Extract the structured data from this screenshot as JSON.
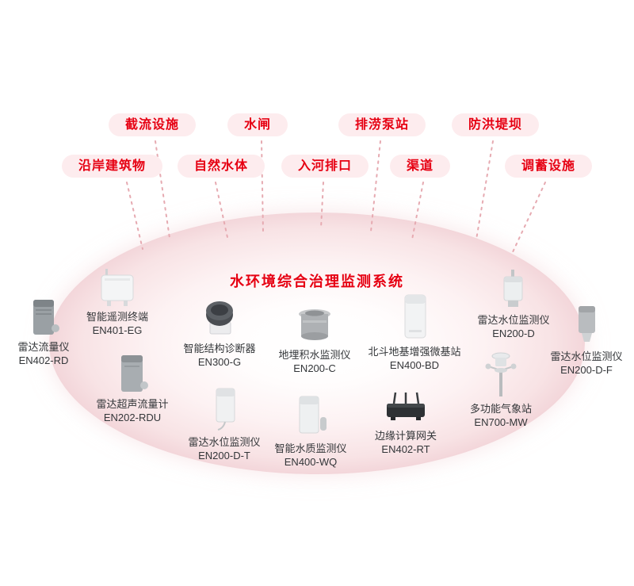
{
  "title": "水环境综合治理监测系统",
  "pills": {
    "row1": [
      "截流设施",
      "水闸",
      "排涝泵站",
      "防洪堤坝"
    ],
    "row2": [
      "沿岸建筑物",
      "自然水体",
      "入河排口",
      "渠道",
      "调蓄设施"
    ]
  },
  "devices": [
    {
      "name": "雷达流量仪",
      "model": "EN402-RD"
    },
    {
      "name": "智能遥测终端",
      "model": "EN401-EG"
    },
    {
      "name": "智能结构诊断器",
      "model": "EN300-G"
    },
    {
      "name": "地埋积水监测仪",
      "model": "EN200-C"
    },
    {
      "name": "北斗地基增强微基站",
      "model": "EN400-BD"
    },
    {
      "name": "雷达水位监测仪",
      "model": "EN200-D"
    },
    {
      "name": "雷达水位监测仪",
      "model": "EN200-D-F"
    },
    {
      "name": "雷达超声流量计",
      "model": "EN202-RDU"
    },
    {
      "name": "雷达水位监测仪",
      "model": "EN200-D-T"
    },
    {
      "name": "智能水质监测仪",
      "model": "EN400-WQ"
    },
    {
      "name": "边缘计算网关",
      "model": "EN402-RT"
    },
    {
      "name": "多功能气象站",
      "model": "EN700-MW"
    }
  ],
  "colors": {
    "accent": "#e60012",
    "pill_bg": "#fdecee",
    "connector": "#e6aab1"
  }
}
